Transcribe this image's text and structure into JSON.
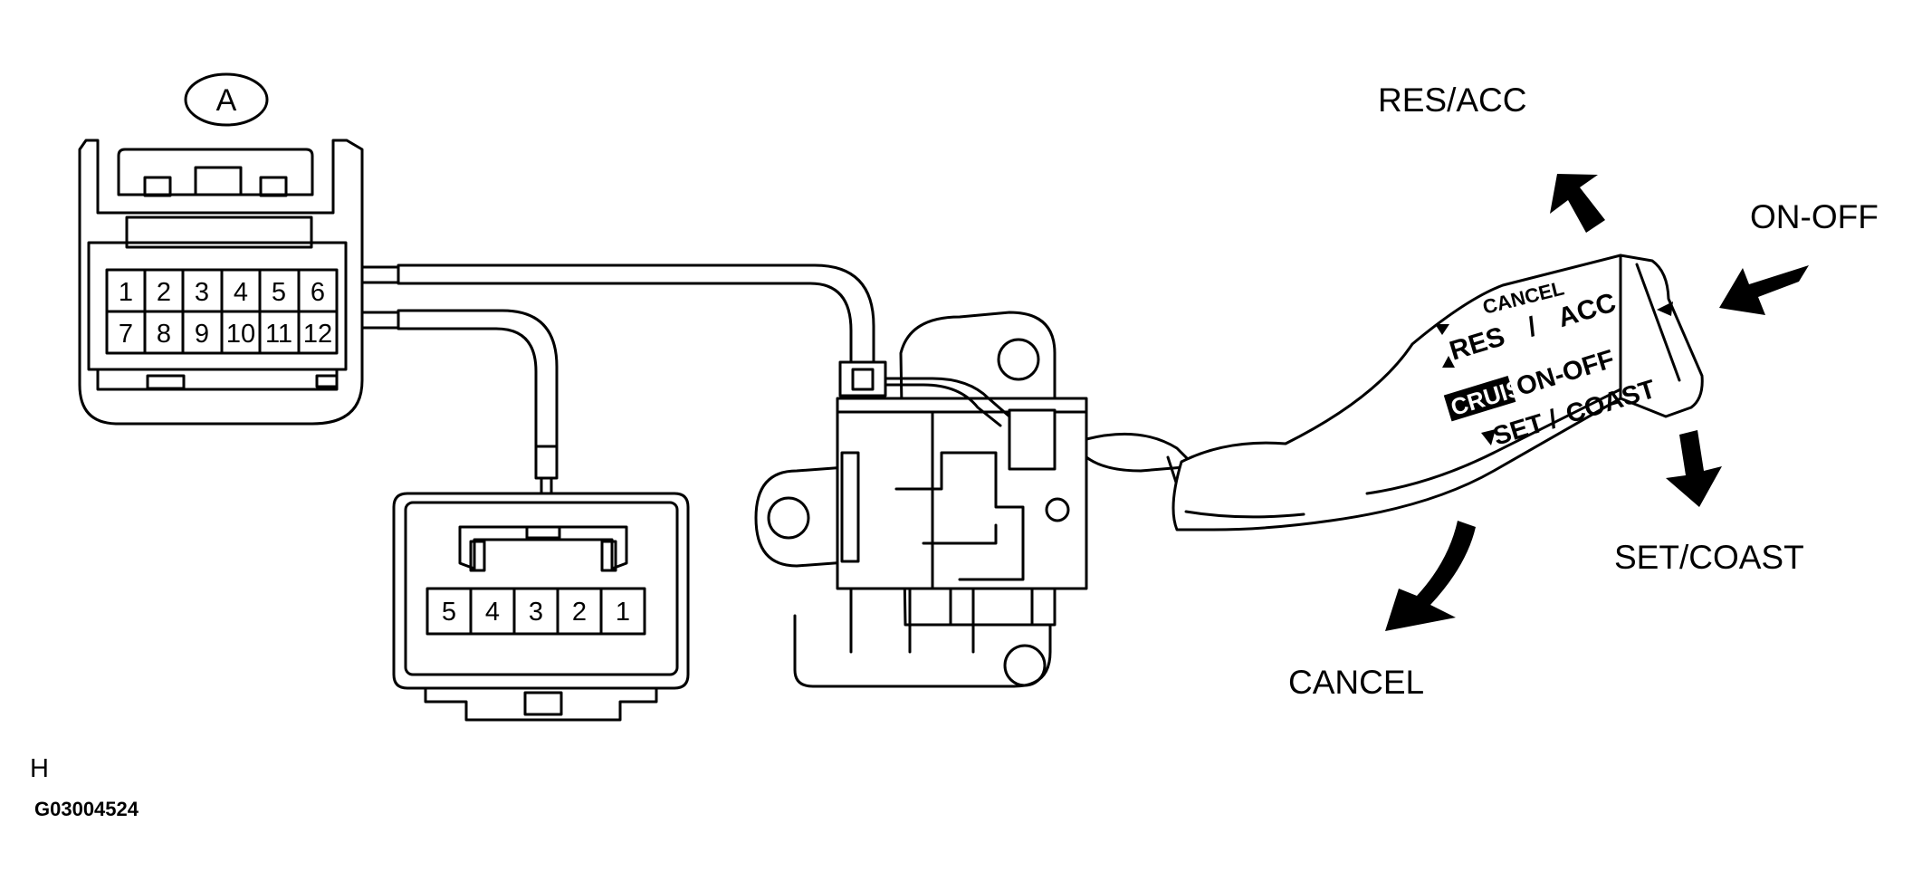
{
  "connector_a": {
    "label": "A",
    "pins_row1": [
      "1",
      "2",
      "3",
      "4",
      "5",
      "6"
    ],
    "pins_row2": [
      "7",
      "8",
      "9",
      "10",
      "11",
      "12"
    ]
  },
  "connector_b": {
    "pins": [
      "5",
      "4",
      "3",
      "2",
      "1"
    ]
  },
  "directions": {
    "res_acc": "RES/ACC",
    "on_off": "ON-OFF",
    "set_coast": "SET/COAST",
    "cancel": "CANCEL"
  },
  "lever": {
    "cancel": "CANCEL",
    "res": "RES",
    "slash1": "/",
    "acc": "ACC",
    "cruise": "CRUISE",
    "on_off": "ON-OFF",
    "set": "SET",
    "slash2": "/",
    "coast": "COAST"
  },
  "footer": {
    "view_code": "H",
    "figure_id": "G03004524"
  }
}
